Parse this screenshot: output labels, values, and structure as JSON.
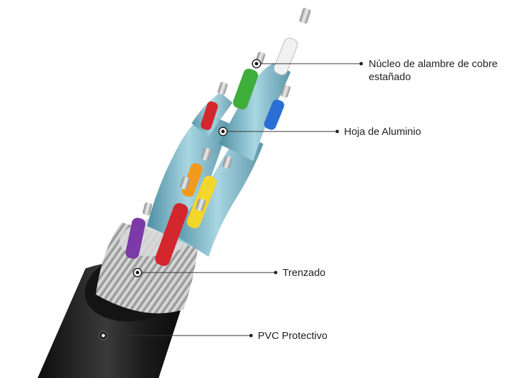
{
  "labels": {
    "core": "Núcleo de alambre de cobre estañado",
    "foil": "Hoja de Aluminio",
    "braid": "Trenzado",
    "pvc": "PVC Protectivo"
  },
  "colors": {
    "jacket": "#1c1c1c",
    "braid": "#c9c9c9",
    "foil": "#7fb4c4",
    "conductor_tip": "#bdbdbd",
    "leader_line": "#333333",
    "wire_red": "#d3262d",
    "wire_green": "#3fae3a",
    "wire_blue": "#2a6fd6",
    "wire_orange": "#f29a1e",
    "wire_yellow": "#f3d62a",
    "wire_purple": "#7b3aa8",
    "wire_white": "#f1f1f1"
  },
  "icons": [
    "callout-dot-icon"
  ]
}
